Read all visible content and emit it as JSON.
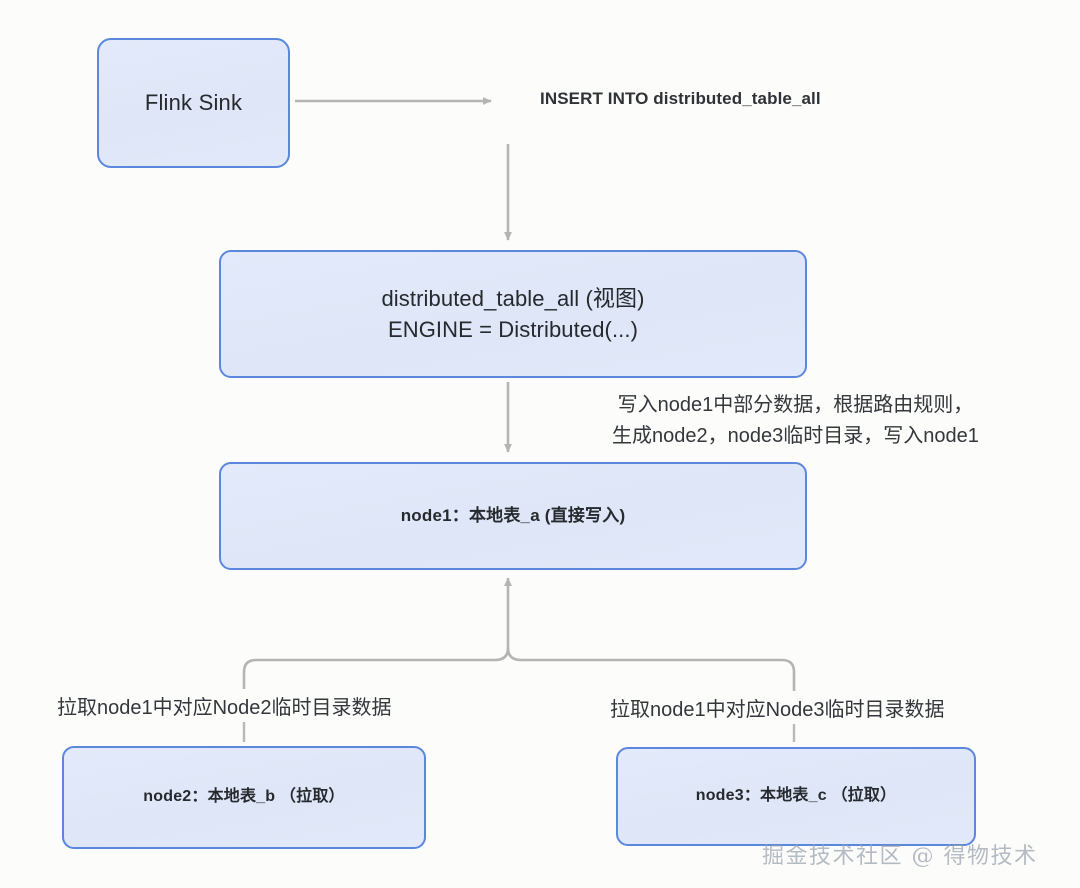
{
  "diagram": {
    "title": "ClickHouse Distributed Table Write Flow",
    "background_color": "#fcfcfb",
    "node_fill_color": "#e0e8f9",
    "node_border_color": "#5b87dd",
    "connector_color": "#b4b4b4",
    "text_color": "#2f3337"
  },
  "nodes": {
    "flink_sink": {
      "label": "Flink Sink"
    },
    "distributed_table": {
      "line1": "distributed_table_all (视图)",
      "line2": "ENGINE = Distributed(...)"
    },
    "node1": {
      "label": "node1：本地表_a (直接写入)"
    },
    "node2": {
      "label": "node2：本地表_b （拉取）"
    },
    "node3": {
      "label": "node3：本地表_c （拉取）"
    }
  },
  "labels": {
    "insert_into": "INSERT INTO distributed_table_all",
    "route_note_line1": "写入node1中部分数据，根据路由规则，",
    "route_note_line2": "生成node2，node3临时目录，写入node1",
    "pull_node2": "拉取node1中对应Node2临时目录数据",
    "pull_node3": "拉取node1中对应Node3临时目录数据"
  },
  "watermark": {
    "text": "掘金技术社区 @ 得物技术"
  }
}
